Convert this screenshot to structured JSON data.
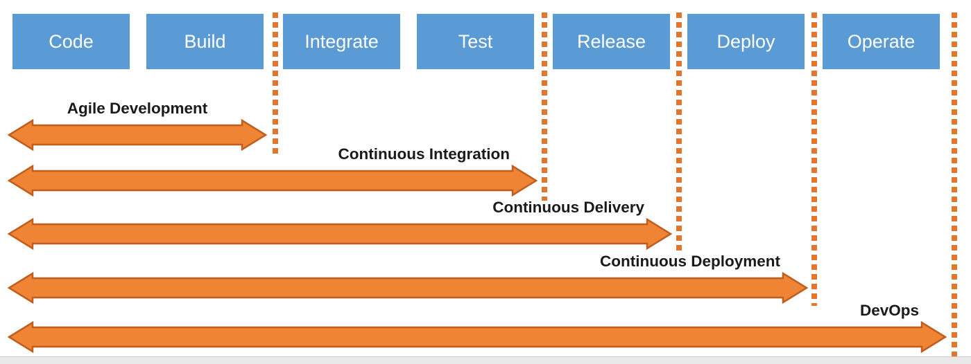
{
  "colors": {
    "stage_fill": "#5B9BD5",
    "stage_text": "#FFFFFF",
    "arrow_fill": "#EE8434",
    "arrow_border": "#BF5E1E",
    "dotted_line": "#E0762F",
    "label_text": "#1A1A1A",
    "footer_strip": "#E9E9E9"
  },
  "stages": [
    {
      "label": "Code"
    },
    {
      "label": "Build"
    },
    {
      "label": "Integrate"
    },
    {
      "label": "Test"
    },
    {
      "label": "Release"
    },
    {
      "label": "Deploy"
    },
    {
      "label": "Operate"
    }
  ],
  "rows": [
    {
      "label": "Agile Development"
    },
    {
      "label": "Continuous Integration"
    },
    {
      "label": "Continuous Delivery"
    },
    {
      "label": "Continuous Deployment"
    },
    {
      "label": "DevOps"
    }
  ]
}
